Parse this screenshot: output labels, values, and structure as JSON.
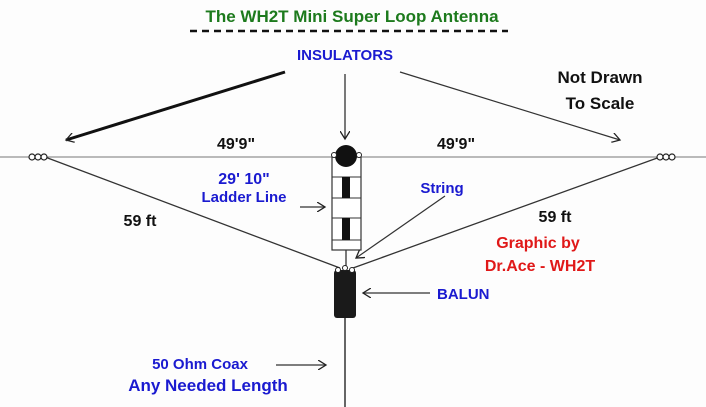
{
  "title": "The WH2T Mini Super Loop Antenna",
  "labels": {
    "insulators": "INSULATORS",
    "not_drawn": "Not Drawn",
    "to_scale": "To Scale",
    "left_span": "49'9\"",
    "right_span": "49'9\"",
    "ladder_length": "29' 10\"",
    "ladder_line": "Ladder Line",
    "string": "String",
    "left_side": "59 ft",
    "right_side": "59 ft",
    "credit_line1": "Graphic by",
    "credit_line2": "Dr.Ace - WH2T",
    "balun": "BALUN",
    "coax_line1": "50 Ohm Coax",
    "coax_line2": "Any Needed Length"
  },
  "colors": {
    "title": "#1d7a1d",
    "labels_blue": "#1a1ad0",
    "credit_red": "#e01818"
  }
}
